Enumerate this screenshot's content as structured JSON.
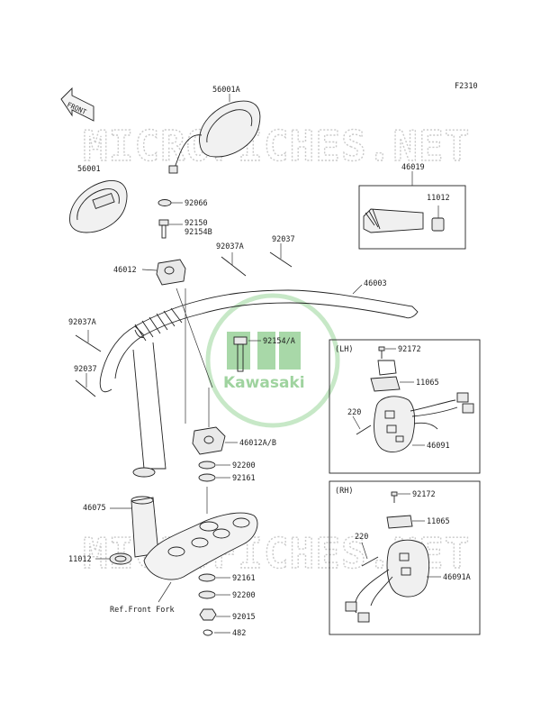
{
  "figure_code": "F2310",
  "front_label": "FRONT",
  "watermark": "MICROFICHES.NET",
  "brand": "Kawasaki",
  "box_lh": "(LH)",
  "box_rh": "(RH)",
  "ref_label": "Ref.Front Fork",
  "parts": {
    "p56001A": "56001A",
    "p56001": "56001",
    "p92066": "92066",
    "p92150": "92150",
    "p92154B": "92154B",
    "p92037A_top": "92037A",
    "p92037_top": "92037",
    "p46012": "46012",
    "p46003": "46003",
    "p46019": "46019",
    "p11012_top": "11012",
    "p92037A_left": "92037A",
    "p92037_left": "92037",
    "p92154A": "92154/A",
    "p92172_lh": "92172",
    "p11065_lh": "11065",
    "p220_lh": "220",
    "p46091": "46091",
    "p46012AB": "46012A/B",
    "p92200_top": "92200",
    "p92161_top": "92161",
    "p46075": "46075",
    "p92172_rh": "92172",
    "p11065_rh": "11065",
    "p220_rh": "220",
    "p46091A": "46091A",
    "p11012_bottom": "11012",
    "p92161_bottom": "92161",
    "p92200_bottom": "92200",
    "p92015": "92015",
    "p482": "482"
  }
}
